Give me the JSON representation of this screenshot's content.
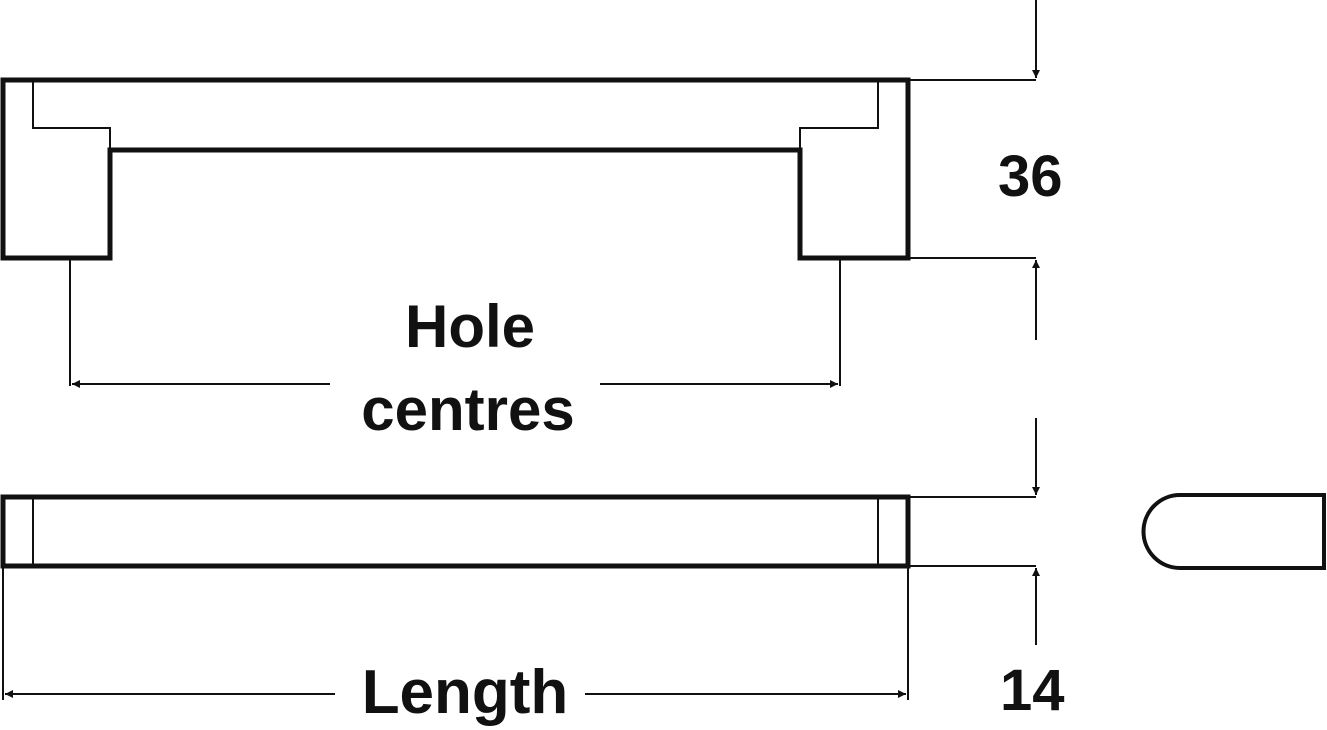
{
  "labels": {
    "height": "36",
    "hole_line1": "Hole",
    "hole_line2": "centres",
    "length": "Length",
    "depth": "14"
  },
  "colors": {
    "stroke": "#111111",
    "background": "#ffffff"
  }
}
